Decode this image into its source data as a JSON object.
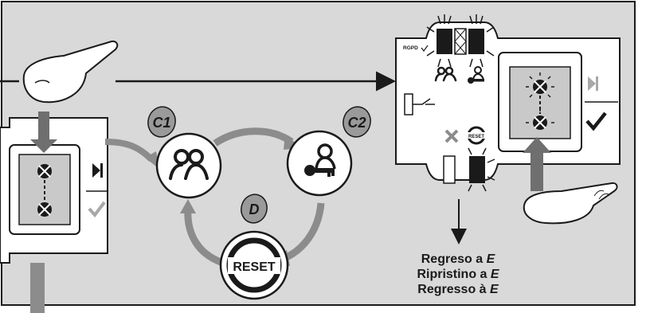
{
  "labels": {
    "rgpd": "RGPD",
    "reset_small": "RESET",
    "reset_main": "RESET",
    "badge_c1": "C1",
    "badge_c2": "C2",
    "badge_d": "D"
  },
  "caption": {
    "lines": [
      {
        "text": "Regreso a ",
        "emphasis": "E"
      },
      {
        "text": "Ripristino a ",
        "emphasis": "E"
      },
      {
        "text": "Regresso à ",
        "emphasis": "E"
      }
    ]
  },
  "colors": {
    "background": "#d9d9d9",
    "panel": "#ffffff",
    "arrow_gray": "#8c8c8c",
    "badge": "#9a9a9a",
    "ink": "#1a1a1a"
  },
  "icons": [
    "press-finger",
    "users-icon",
    "user-key-icon",
    "reset-icon",
    "led-icon",
    "play-end-icon",
    "check-icon",
    "cross-icon"
  ]
}
